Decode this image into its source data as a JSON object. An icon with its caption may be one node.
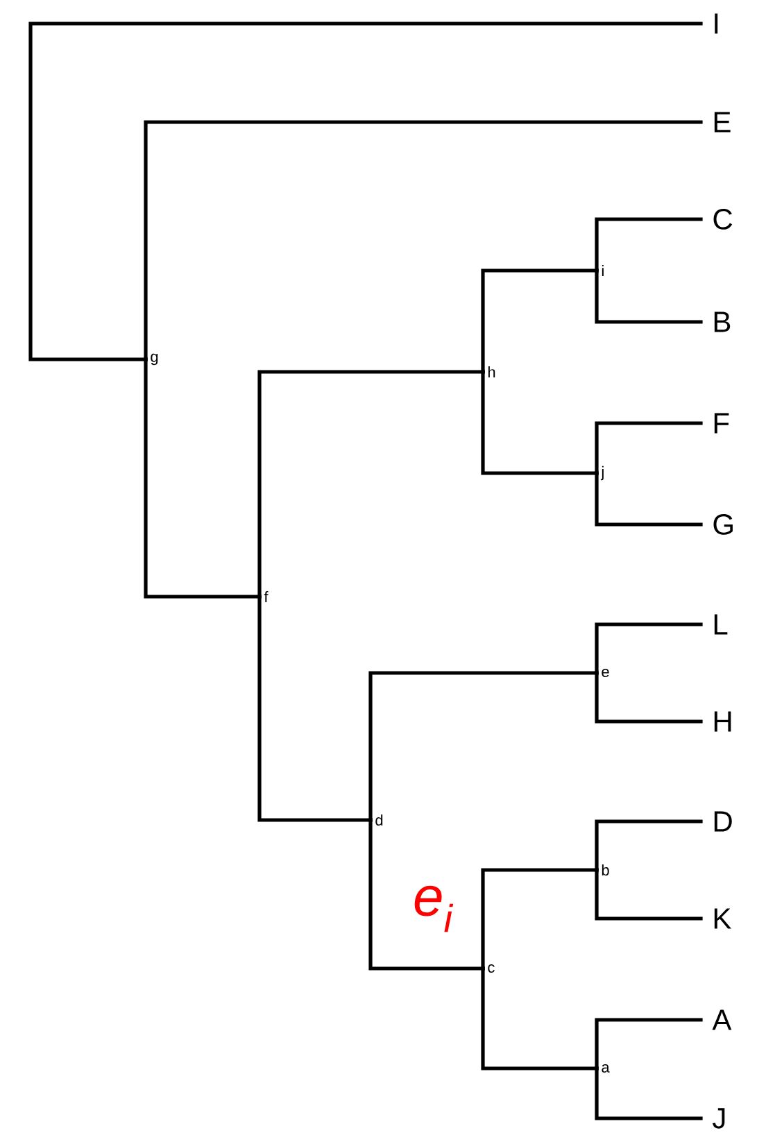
{
  "diagram": {
    "nodes": [
      {
        "text": [
          "I"
        ]
      },
      {
        "text": [
          "E"
        ]
      },
      {
        "text": [
          "g"
        ]
      },
      {
        "text": [
          "C"
        ]
      },
      {
        "text": [
          "i"
        ]
      },
      {
        "text": [
          "B"
        ]
      },
      {
        "text": [
          "h"
        ]
      },
      {
        "text": [
          "F"
        ]
      },
      {
        "text": [
          "j"
        ]
      },
      {
        "text": [
          "G"
        ]
      },
      {
        "text": [
          "f"
        ]
      },
      {
        "text": [
          "L"
        ]
      },
      {
        "text": [
          "e"
        ]
      },
      {
        "text": [
          "H"
        ]
      },
      {
        "text": [
          "d"
        ]
      },
      {
        "text": [
          "D"
        ]
      },
      {
        "text": [
          "b"
        ]
      },
      {
        "text": [
          "K"
        ]
      },
      {
        "text": [
          "c"
        ]
      },
      {
        "text": [
          "A"
        ]
      },
      {
        "text": [
          "a"
        ]
      },
      {
        "text": [
          "J"
        ]
      }
    ],
    "edges": [
      {
        "from": 2,
        "to": 0,
        "arrow": "none"
      },
      {
        "from": 2,
        "to": 1,
        "arrow": "none"
      },
      {
        "from": 2,
        "to": 10,
        "arrow": "none"
      },
      {
        "from": 10,
        "to": 6,
        "arrow": "none"
      },
      {
        "from": 10,
        "to": 14,
        "arrow": "none"
      },
      {
        "from": 6,
        "to": 4,
        "arrow": "none"
      },
      {
        "from": 6,
        "to": 8,
        "arrow": "none"
      },
      {
        "from": 4,
        "to": 3,
        "arrow": "none"
      },
      {
        "from": 4,
        "to": 5,
        "arrow": "none"
      },
      {
        "from": 8,
        "to": 7,
        "arrow": "none"
      },
      {
        "from": 8,
        "to": 9,
        "arrow": "none"
      },
      {
        "from": 14,
        "to": 12,
        "arrow": "none"
      },
      {
        "from": 14,
        "to": 18,
        "arrow": "none",
        "label": "e$_{i}$"
      },
      {
        "from": 12,
        "to": 11,
        "arrow": "none"
      },
      {
        "from": 12,
        "to": 13,
        "arrow": "none"
      },
      {
        "from": 18,
        "to": 16,
        "arrow": "none"
      },
      {
        "from": 18,
        "to": 20,
        "arrow": "none"
      },
      {
        "from": 16,
        "to": 15,
        "arrow": "none"
      },
      {
        "from": 16,
        "to": 17,
        "arrow": "none"
      },
      {
        "from": 20,
        "to": 19,
        "arrow": "none"
      },
      {
        "from": 20,
        "to": 21,
        "arrow": "none"
      }
    ]
  }
}
